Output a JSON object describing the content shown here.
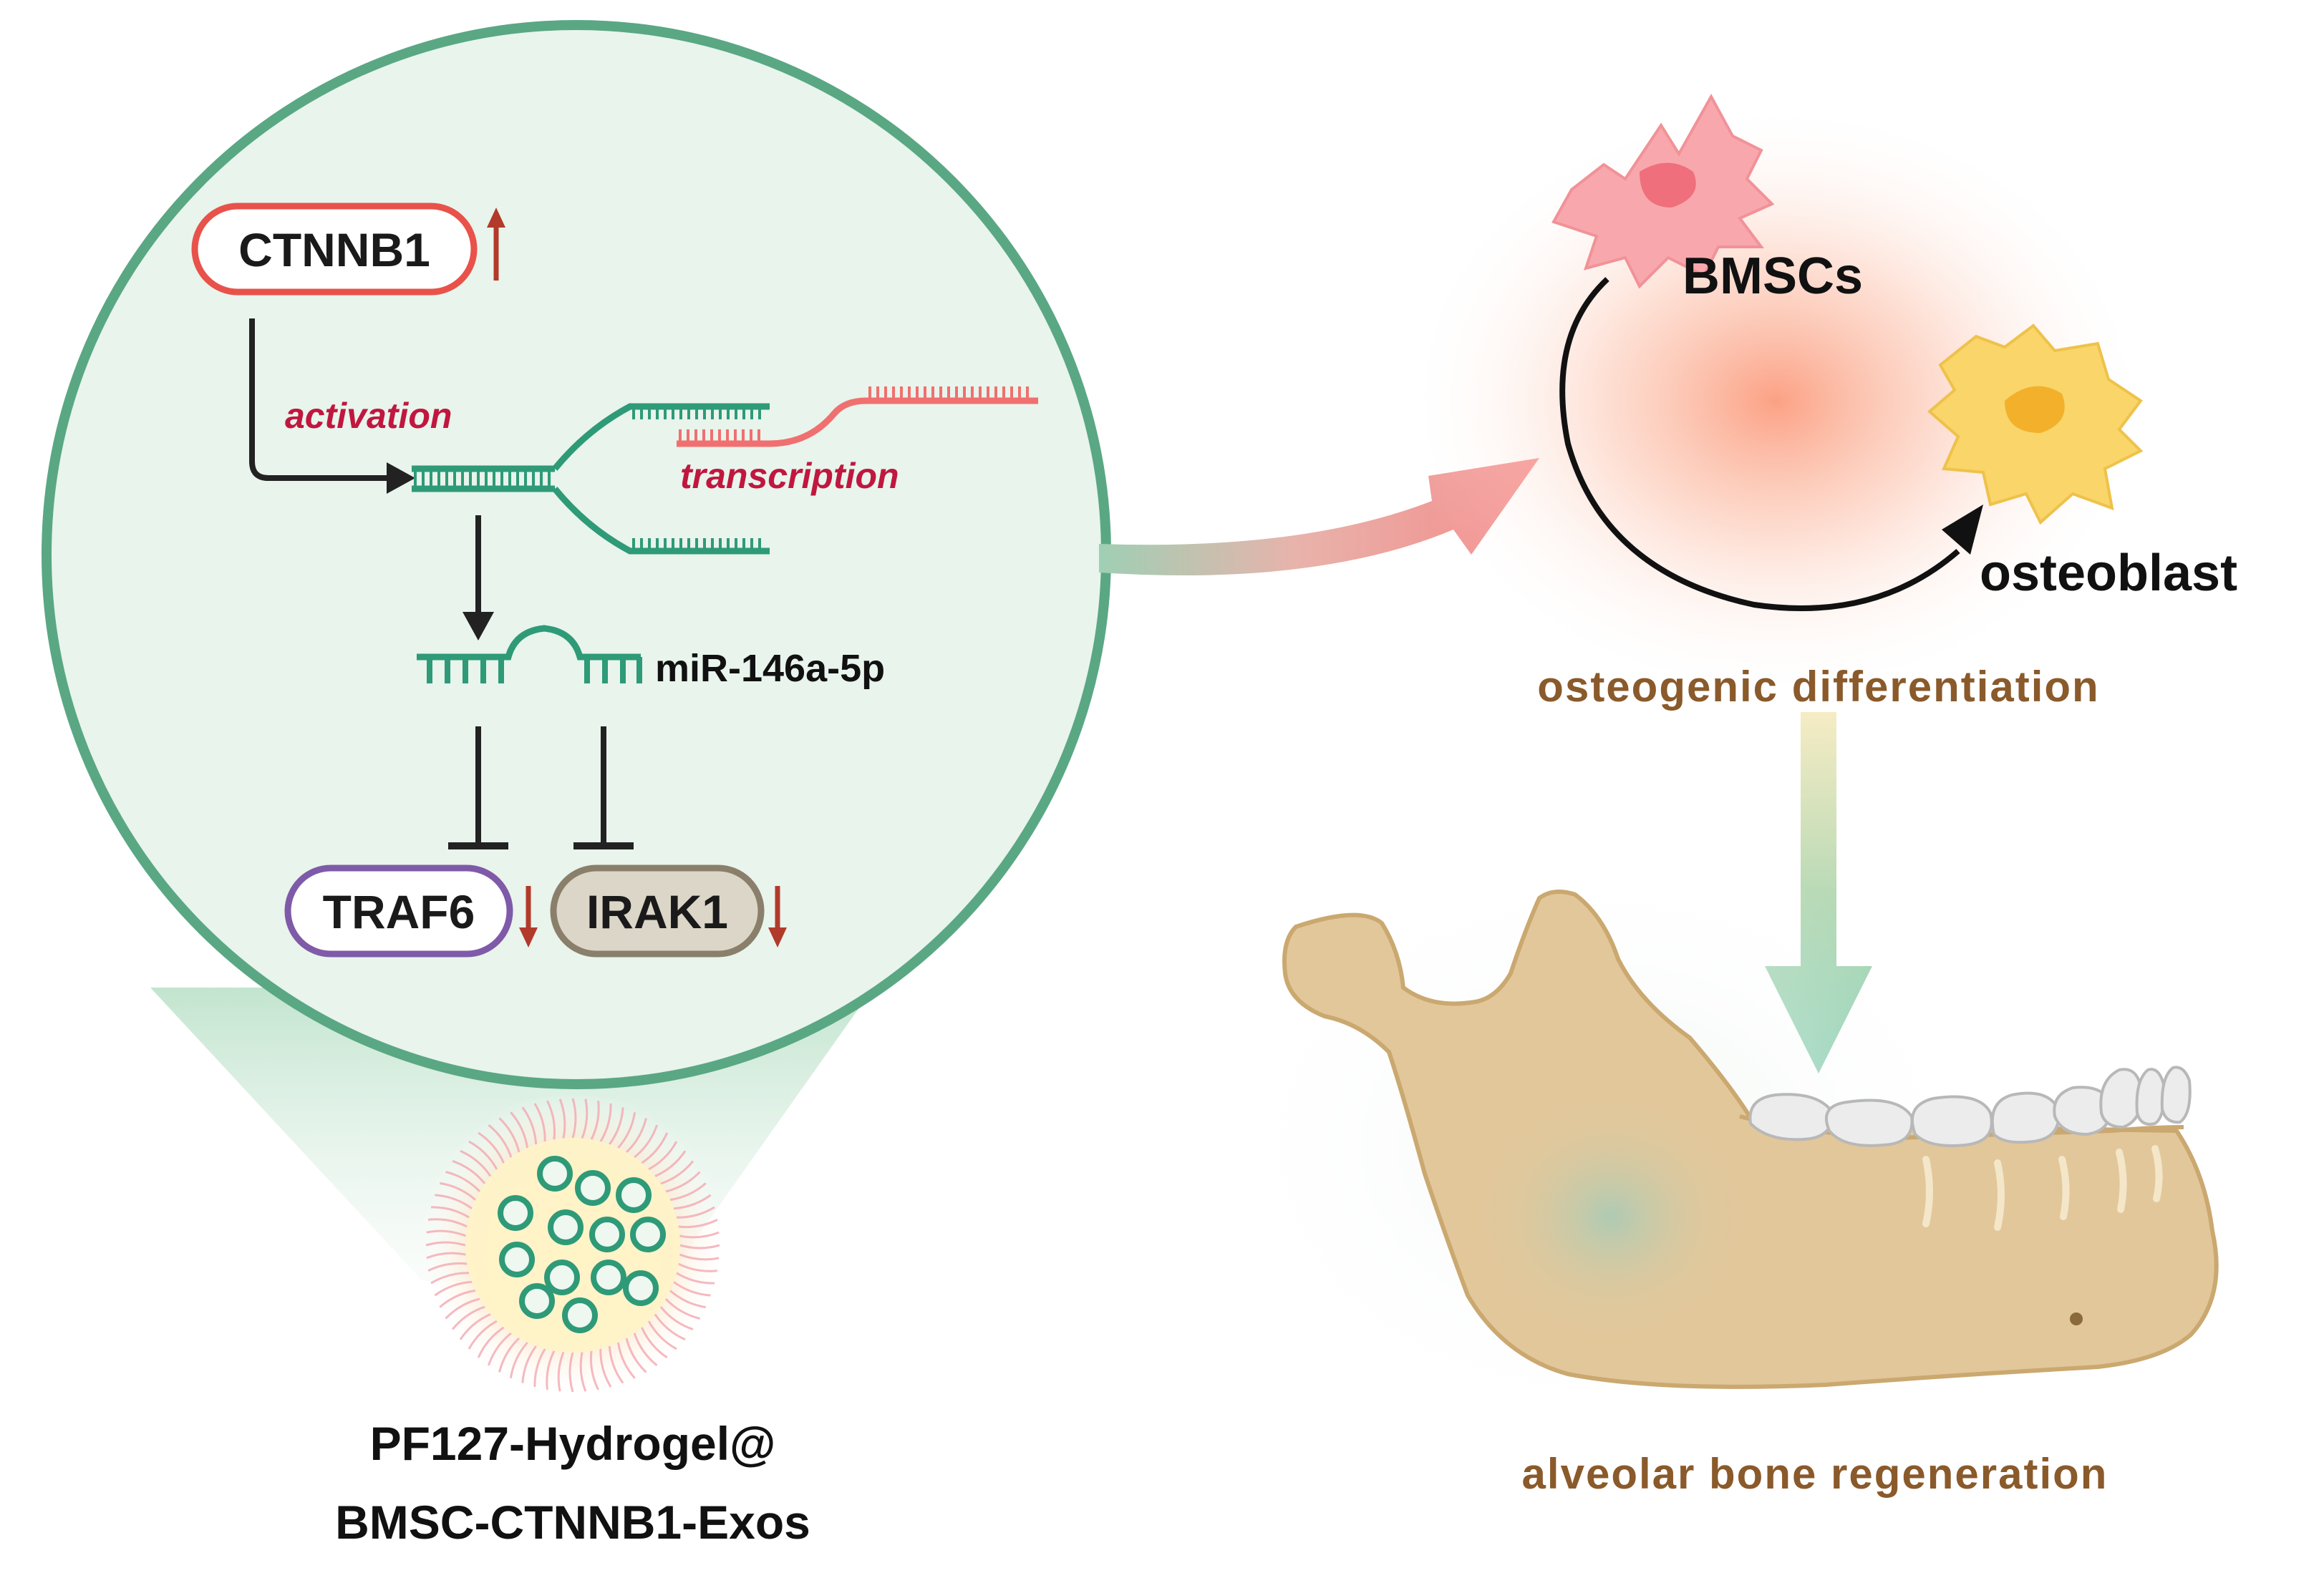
{
  "genes": {
    "ctnnb1": "CTNNB1",
    "traf6": "TRAF6",
    "irak1": "IRAK1",
    "mirna": "miR-146a-5p"
  },
  "process_labels": {
    "activation": "activation",
    "transcription": "transcription"
  },
  "cells": {
    "bmsc": "BMSCs",
    "osteoblast": "osteoblast"
  },
  "outcomes": {
    "differentiation": "osteogenic differentiation",
    "regeneration": "alveolar bone regeneration"
  },
  "hydrogel_caption": {
    "line1": "PF127-Hydrogel@",
    "line2": "BMSC-CTNNB1-Exos"
  },
  "colors": {
    "circle_border": "#5aa784",
    "circle_fill": "#e8f4ec",
    "dna_green": "#2e9a78",
    "rna_red": "#f07070",
    "up_arrow": "#b23a2a",
    "down_arrow": "#b23a2a",
    "ctnnb1_border": "#e8524a",
    "traf6_border": "#7f5aa8",
    "irak1_border": "#8a7f6a",
    "bone": "#e2c79a",
    "bone_outline": "#caa86f",
    "teeth": "#ececec",
    "bmsc_cell": "#f8a8ad",
    "osteoblast_cell": "#f9d56a",
    "label_brown": "#8a5a2b"
  }
}
